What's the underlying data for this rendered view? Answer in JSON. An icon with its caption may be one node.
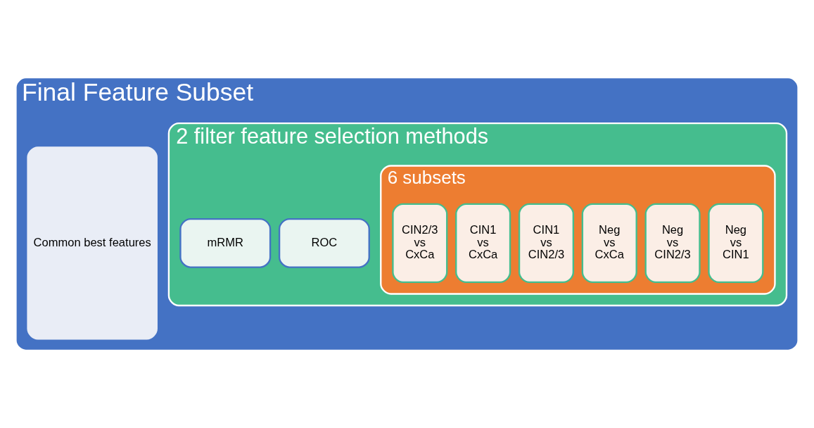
{
  "diagram": {
    "nodes": [
      {
        "text": [
          "Final Feature Subset"
        ]
      },
      {
        "text": [
          "Common best features"
        ],
        "in": 0
      },
      {
        "text": [
          "2 filter feature selection methods"
        ],
        "in": 0
      },
      {
        "text": [
          "ROC"
        ],
        "in": 2
      },
      {
        "text": [
          "mRMR"
        ],
        "in": 2
      },
      {
        "text": [
          "6 subsets"
        ],
        "in": 2
      },
      {
        "text": [
          "Neg vs CIN1"
        ],
        "in": 5
      },
      {
        "text": [
          "Neg vs CIN2/3"
        ],
        "in": 5
      },
      {
        "text": [
          "Neg vs CxCa"
        ],
        "in": 5
      },
      {
        "text": [
          "CIN1 vs CIN2/3"
        ],
        "in": 5
      },
      {
        "text": [
          "CIN1 vs CxCa"
        ],
        "in": 5
      },
      {
        "text": [
          "CIN2/3 vs CxCa"
        ],
        "in": 5
      }
    ]
  }
}
